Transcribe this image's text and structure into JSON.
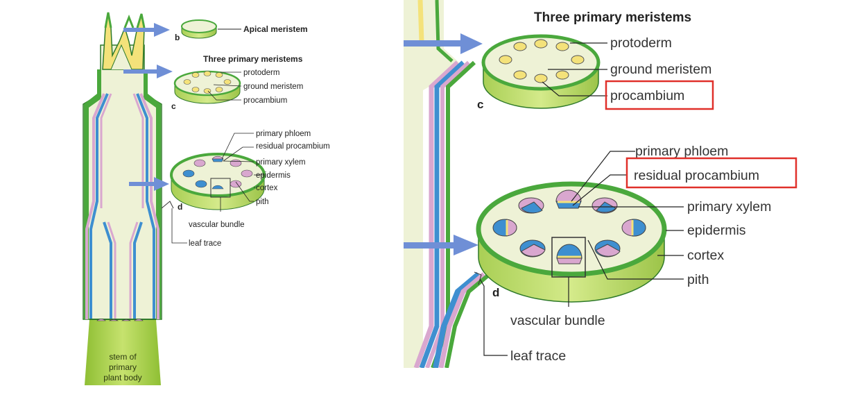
{
  "left_panel": {
    "apical_label": "Apical meristem",
    "three_header": "Three primary meristems",
    "labels_c": [
      "protoderm",
      "ground meristem",
      "procambium"
    ],
    "labels_d": [
      "primary phloem",
      "residual procambium",
      "primary xylem",
      "epidermis",
      "cortex",
      "pith"
    ],
    "vascular_bundle": "vascular bundle",
    "leaf_trace": "leaf trace",
    "tag_b": "b",
    "tag_c": "c",
    "tag_d": "d",
    "stem_label_lines": [
      "stem of",
      "primary",
      "plant body"
    ]
  },
  "right_panel": {
    "three_header": "Three primary meristems",
    "labels_c": [
      "protoderm",
      "ground meristem",
      "procambium"
    ],
    "labels_d": [
      "primary phloem",
      "residual procambium",
      "primary xylem",
      "epidermis",
      "cortex",
      "pith"
    ],
    "vascular_bundle": "vascular bundle",
    "leaf_trace": "leaf trace",
    "tag_c": "c",
    "tag_d": "d",
    "highlighted": [
      "procambium",
      "residual procambium"
    ]
  },
  "colors": {
    "epidermis_green": "#4aa83c",
    "cortex_green": "#b7d96a",
    "pith_cream": "#eef2d6",
    "phloem_pink": "#d9a7cf",
    "xylem_blue": "#3e8fd0",
    "procambium_yellow": "#f4e27a",
    "arrow_blue": "#6f8fd6",
    "highlight_red": "#e0302a"
  }
}
